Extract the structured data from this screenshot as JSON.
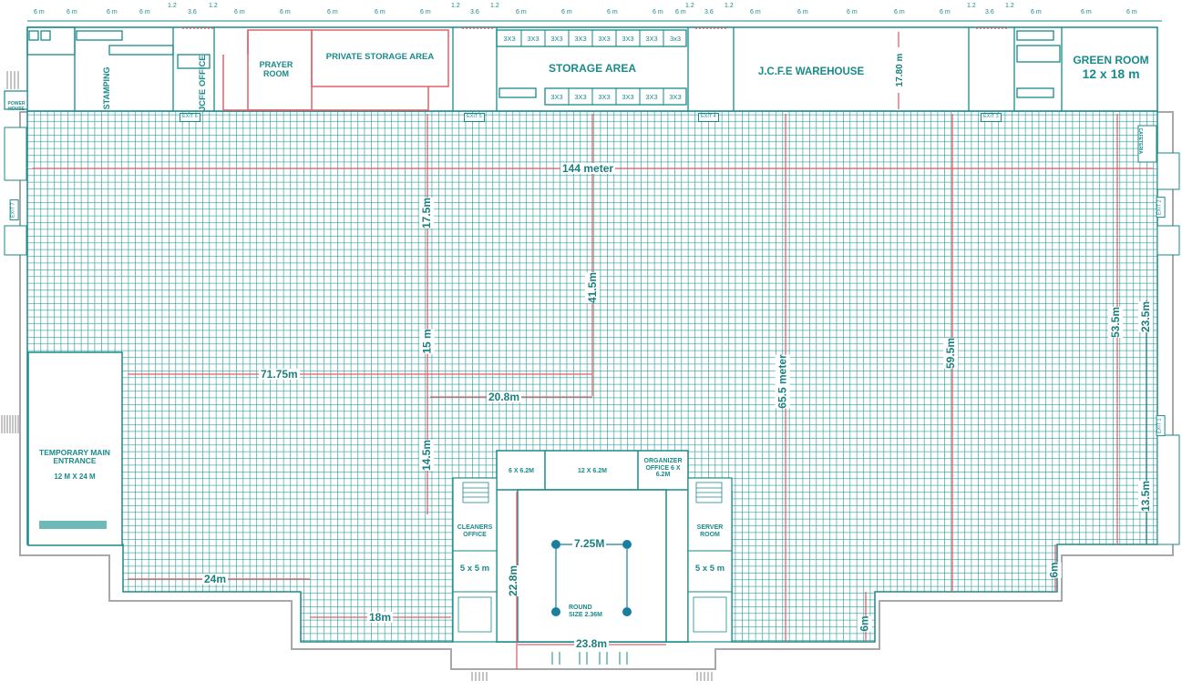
{
  "top_dimensions": [
    "6 m",
    "6 m",
    "6 m",
    "6 m",
    "1.2",
    "3.6",
    "1.2",
    "6 m",
    "6 m",
    "6 m",
    "6 m",
    "6 m",
    "1.2",
    "3.6",
    "1.2",
    "6 m",
    "6 m",
    "6 m",
    "6 m",
    "6 m",
    "6 m",
    "1.2",
    "3.6",
    "1.2",
    "6 m",
    "6 m",
    "6 m",
    "6 m",
    "6 m",
    "6 m",
    "6 m",
    "1.2",
    "3.6",
    "1.2",
    "6 m",
    "6 m",
    "6 m"
  ],
  "rooms": {
    "power_house": "POWER HOUSE",
    "stamping": "STAMPING",
    "jcfe_office": "JCFE OFFICE",
    "prayer_room": "PRAYER ROOM",
    "private_storage": "PRIVATE STORAGE AREA",
    "storage_area": "STORAGE AREA",
    "warehouse": "J.C.F.E WAREHOUSE",
    "warehouse_dim": "17.80 m",
    "green_room": "GREEN ROOM",
    "green_room_size": "12 x 18 m",
    "cafeteria": "CAFETERIA",
    "temp_entrance": "TEMPORARY MAIN ENTRANCE",
    "temp_entrance_size": "12 M X 24 M",
    "cleaners_office": "CLEANERS OFFICE",
    "server_room": "SERVER ROOM",
    "room_6x62": "6 X 6.2M",
    "room_12x62": "12 X 6.2M",
    "organizer_office": "ORGANIZER OFFICE 6 X 6.2M",
    "left_5x5": "5 x 5 m",
    "right_5x5": "5 x 5 m",
    "round_size": "ROUND SIZE 2.36M"
  },
  "storage_boxes_top": [
    "3X3",
    "3X3",
    "3X3",
    "3X3",
    "3X3",
    "3X3",
    "3X3",
    "3x3"
  ],
  "storage_boxes_bottom": [
    "3X3",
    "3X3",
    "3X3",
    "3X3",
    "3X3",
    "3X3"
  ],
  "exits": {
    "exit1": "EXIT 1",
    "exit2": "EXIT 2",
    "exit3": "EXIT 3",
    "exit4": "EXIT 4",
    "exit5": "EXIT 5",
    "exit6": "EXIT 6",
    "exit7": "EXIT 7"
  },
  "dimensions": {
    "d144": "144 meter",
    "d17_5": "17.5m",
    "d15": "15 m",
    "d14_5": "14.5m",
    "d41_5": "41.5m",
    "d71_75": "71.75m",
    "d20_8": "20.8m",
    "d65_5": "65.5 meter",
    "d59_5": "59.5m",
    "d53_5": "53.5m",
    "d23_5": "23.5m",
    "d13_5": "13.5m",
    "d6_right": "6m",
    "d6_bottom": "6m",
    "d24": "24m",
    "d18": "18m",
    "d22_8": "22.8m",
    "d23_8": "23.8m",
    "d7_25": "7.25M"
  },
  "colors": {
    "teal": "#1a8a8a",
    "grid": "#2f9c9c",
    "red": "#e0616a",
    "gray": "#999999"
  }
}
